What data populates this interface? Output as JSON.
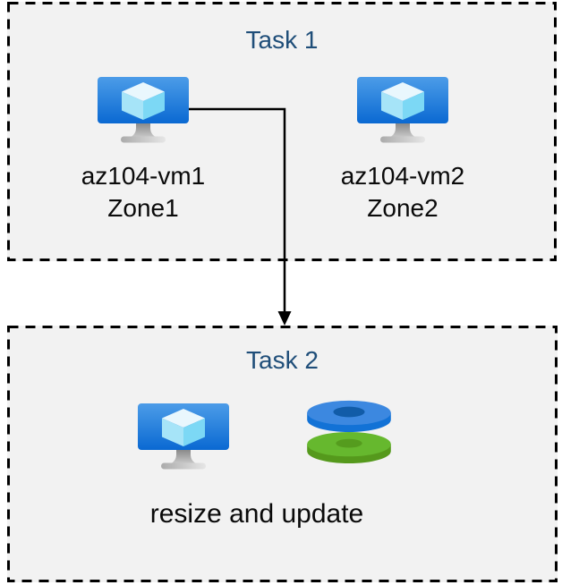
{
  "task1": {
    "title": "Task 1",
    "vms": [
      {
        "name": "az104-vm1",
        "zone": "Zone1",
        "icon": "azure-virtual-machine-icon"
      },
      {
        "name": "az104-vm2",
        "zone": "Zone2",
        "icon": "azure-virtual-machine-icon"
      }
    ]
  },
  "task2": {
    "title": "Task 2",
    "caption": "resize and update",
    "icons": [
      "azure-virtual-machine-icon",
      "azure-disks-icon"
    ]
  },
  "connector": {
    "from": "az104-vm1",
    "to": "Task 2",
    "type": "elbow-arrow-down"
  },
  "colors": {
    "page_bg": "#FFFFFF",
    "box_bg": "#F2F2F2",
    "box_border": "#000000",
    "title_text": "#1F4E79",
    "label_text": "#0A0A0A",
    "vm_screen_top": "#4C9CE8",
    "vm_screen_bottom": "#0A69D2",
    "cube_top_face": "#E9F7FD",
    "cube_left_face": "#A6E4F8",
    "cube_right_face": "#7CD8F5",
    "stand_gray_top": "#8A8A8A",
    "stand_gray_bottom": "#D2D2D2",
    "disk_blue_top": "#3C88E0",
    "disk_blue_rim": "#1272D6",
    "disk_blue_hole": "#115CA8",
    "disk_green_top": "#66B82E",
    "disk_green_rim": "#55991C",
    "disk_green_hole": "#559C1E",
    "arrow": "#000000"
  }
}
